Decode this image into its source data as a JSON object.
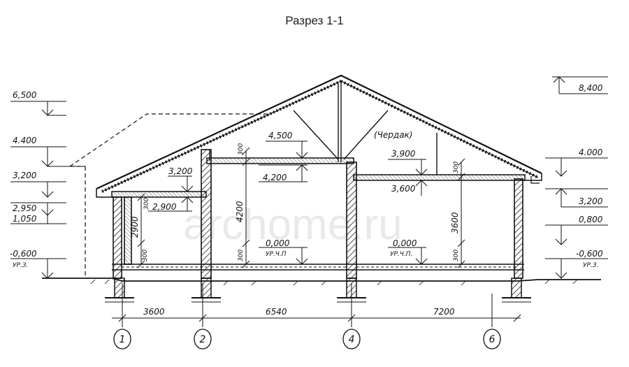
{
  "title": "Разрез 1-1",
  "watermark": "archome.ru",
  "attic_label": "(Чердак)",
  "left_levels": [
    "6,500",
    "4.400",
    "3,200",
    "2,950",
    "1,050",
    "-0,600"
  ],
  "left_ground_note": "УР.З.",
  "right_levels": [
    "8,400",
    "4.000",
    "3,200",
    "0,800",
    "-0,600"
  ],
  "right_ground_note": "УР.З.",
  "inner_levels": [
    "4,500",
    "4,200",
    "3,200",
    "2,900",
    "3,900",
    "3,600",
    "0,000",
    "0,000"
  ],
  "floor_notes": [
    "УР.Ч.П",
    "УР.Ч.П."
  ],
  "vertical_dims": [
    "300",
    "4200",
    "300",
    "300",
    "3600",
    "300",
    "2900",
    "300",
    "300"
  ],
  "horizontal_dims": [
    "3600",
    "6540",
    "7200"
  ],
  "axes": [
    "1",
    "2",
    "4",
    "6"
  ]
}
